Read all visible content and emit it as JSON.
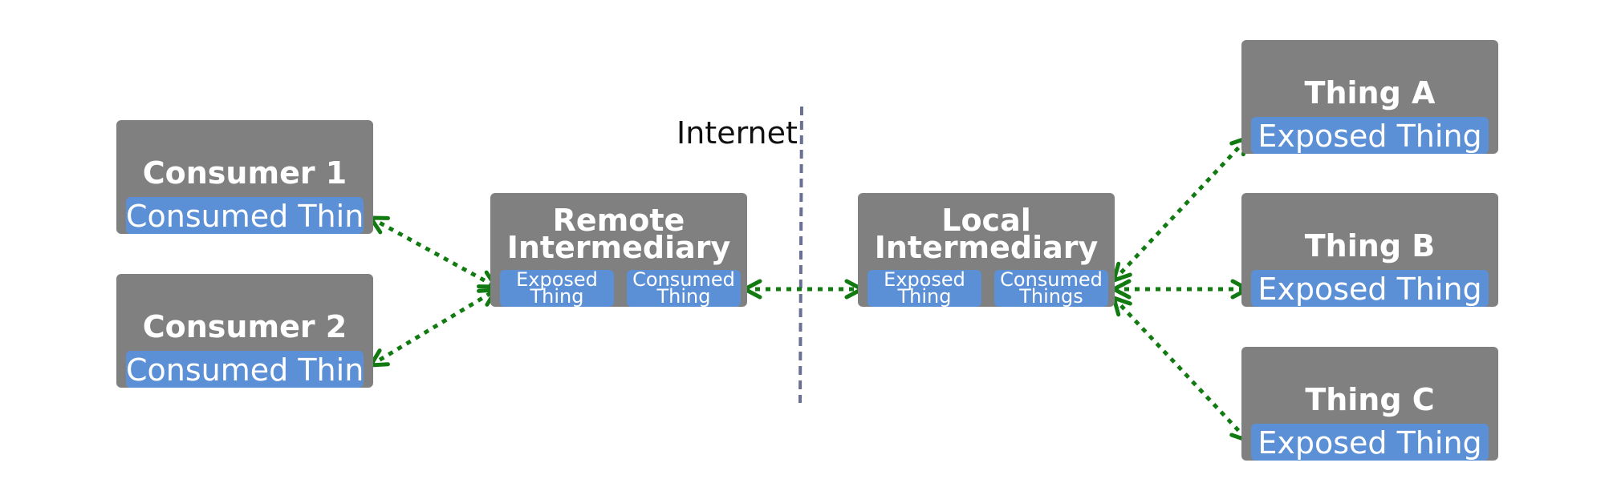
{
  "internet_label": "Internet",
  "consumers": [
    {
      "title": "Consumer 1",
      "role": "Consumed Thing"
    },
    {
      "title": "Consumer 2",
      "role": "Consumed Thing"
    }
  ],
  "remote_intermediary": {
    "title_line1": "Remote",
    "title_line2": "Intermediary",
    "roles": [
      "Exposed Thing",
      "Consumed Thing"
    ]
  },
  "local_intermediary": {
    "title_line1": "Local",
    "title_line2": "Intermediary",
    "roles": [
      "Exposed Thing",
      "Consumed Things"
    ]
  },
  "things": [
    {
      "title": "Thing A",
      "role": "Exposed Thing"
    },
    {
      "title": "Thing B",
      "role": "Exposed Thing"
    },
    {
      "title": "Thing C",
      "role": "Exposed Thing"
    }
  ],
  "colors": {
    "node": "#808080",
    "pill": "#5b8fd6",
    "connector": "#117a11",
    "boundary": "#6a6f94"
  }
}
